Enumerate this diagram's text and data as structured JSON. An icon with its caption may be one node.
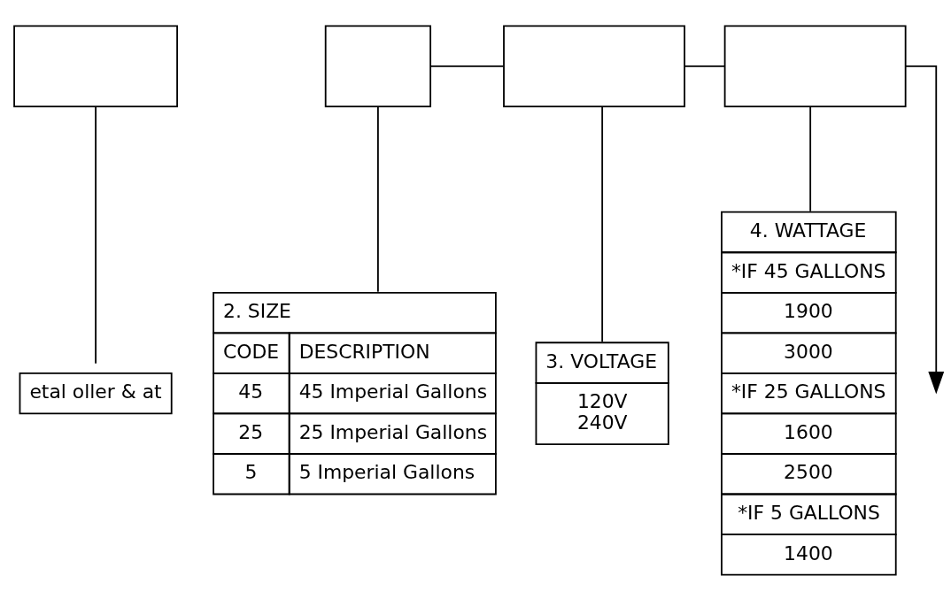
{
  "diagram": {
    "nodes": [
      {
        "text": [],
        "shape": "box"
      },
      {
        "text": [],
        "shape": "box"
      },
      {
        "text": [],
        "shape": "box"
      },
      {
        "text": [],
        "shape": "box"
      },
      {
        "text": [
          "etal oller & at"
        ]
      },
      {
        "text": [
          "2. SIZE",
          "CODE",
          "DESCRIPTION",
          "45",
          "45 Imperial Gallons",
          "25",
          "25 Imperial Gallons",
          "5",
          "5 Imperial Gallons"
        ]
      },
      {
        "text": [
          "3. VOLTAGE",
          "120V",
          "240V"
        ]
      },
      {
        "text": [
          "4. WATTAGE",
          "*IF 45 GALLONS",
          "1900",
          "3000",
          "*IF 25 GALLONS",
          "1600",
          "2500",
          "*IF 5 GALLONS",
          "1400"
        ]
      }
    ],
    "edges": [
      {
        "from": 0,
        "to": 4,
        "arrow": "none"
      },
      {
        "from": 1,
        "to": 5,
        "arrow": "none"
      },
      {
        "from": 1,
        "to": 2,
        "arrow": "none"
      },
      {
        "from": 2,
        "to": 3,
        "arrow": "none"
      },
      {
        "from": 2,
        "to": 6,
        "arrow": "none"
      },
      {
        "from": 3,
        "to": 7,
        "arrow": "none"
      },
      {
        "from": 3,
        "to": null,
        "arrow": "to"
      }
    ]
  }
}
